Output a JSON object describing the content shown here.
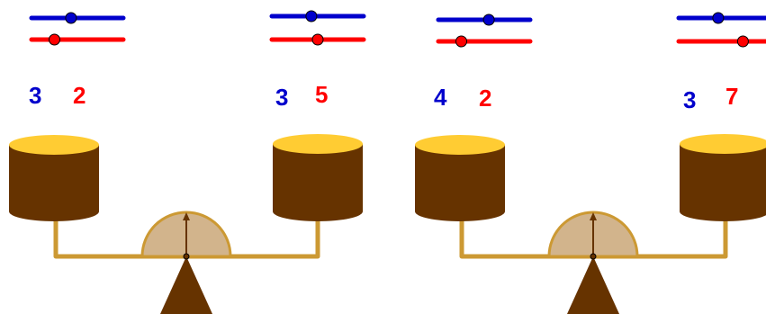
{
  "colors": {
    "blue": "#0000cc",
    "red": "#ff0000",
    "barrel_top": "#ffcc33",
    "barrel_body": "#663300",
    "beam": "#cc9933",
    "dial_fill": "#d2b48c",
    "pointer": "#663300",
    "fulcrum": "#663300"
  },
  "scales": [
    {
      "left": {
        "blue_value": "3",
        "red_value": "2",
        "blue_slider": 0.43,
        "red_slider": 0.25
      },
      "right": {
        "blue_value": "3",
        "red_value": "5",
        "blue_slider": 0.43,
        "red_slider": 0.5
      }
    },
    {
      "left": {
        "blue_value": "4",
        "red_value": "2",
        "blue_slider": 0.55,
        "red_slider": 0.25
      },
      "right": {
        "blue_value": "3",
        "red_value": "7",
        "blue_slider": 0.43,
        "red_slider": 0.7
      }
    }
  ]
}
